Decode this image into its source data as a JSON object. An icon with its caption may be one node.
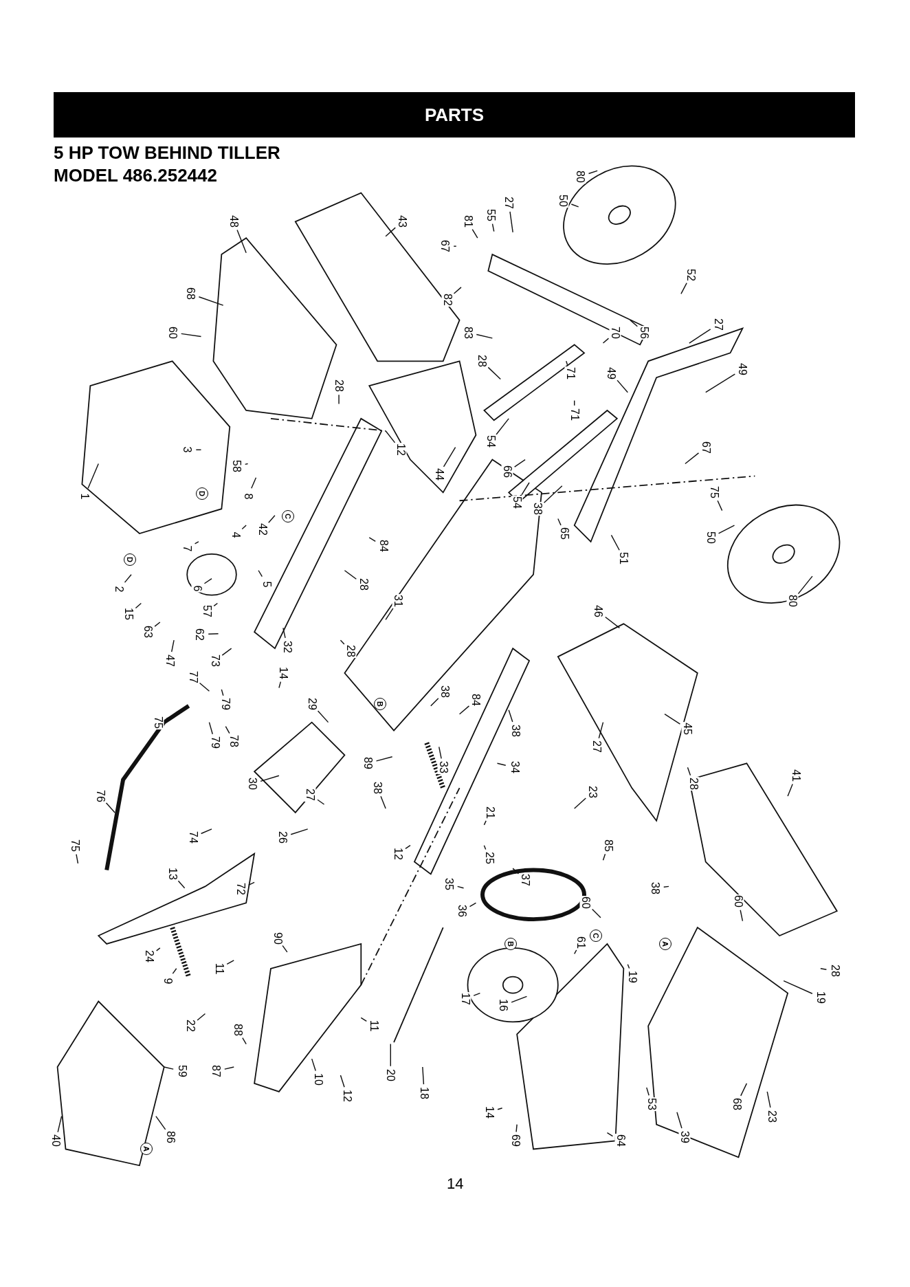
{
  "diagram": {
    "title": "PARTS",
    "nodes": [
      {
        "text": [
          "80"
        ]
      },
      {
        "text": [
          "50"
        ]
      },
      {
        "text": [
          "27"
        ]
      },
      {
        "text": [
          "55"
        ]
      },
      {
        "text": [
          "81"
        ]
      },
      {
        "text": [
          "67"
        ]
      },
      {
        "text": [
          "43"
        ]
      },
      {
        "text": [
          "48"
        ]
      },
      {
        "text": [
          "68"
        ]
      },
      {
        "text": [
          "60"
        ]
      },
      {
        "text": [
          "52"
        ]
      },
      {
        "text": [
          "82"
        ]
      },
      {
        "text": [
          "83"
        ]
      },
      {
        "text": [
          "56"
        ]
      },
      {
        "text": [
          "70"
        ]
      },
      {
        "text": [
          "27"
        ]
      },
      {
        "text": [
          "28"
        ]
      },
      {
        "text": [
          "28"
        ]
      },
      {
        "text": [
          "49"
        ]
      },
      {
        "text": [
          "71"
        ]
      },
      {
        "text": [
          "49"
        ]
      },
      {
        "text": [
          "12"
        ]
      },
      {
        "text": [
          "71"
        ]
      },
      {
        "text": [
          "3"
        ]
      },
      {
        "text": [
          "54"
        ]
      },
      {
        "text": [
          "44"
        ]
      },
      {
        "text": [
          "58"
        ]
      },
      {
        "text": [
          "67"
        ]
      },
      {
        "text": [
          "66"
        ]
      },
      {
        "text": [
          "1"
        ]
      },
      {
        "text": [
          "8"
        ]
      },
      {
        "text": [
          "75"
        ]
      },
      {
        "text": [
          "54"
        ]
      },
      {
        "text": [
          "38"
        ]
      },
      {
        "text": [
          "42"
        ]
      },
      {
        "text": [
          "4"
        ]
      },
      {
        "text": [
          "65"
        ]
      },
      {
        "text": [
          "50"
        ]
      },
      {
        "text": [
          "84"
        ]
      },
      {
        "text": [
          "7"
        ]
      },
      {
        "text": [
          "51"
        ]
      },
      {
        "text": [
          "28"
        ]
      },
      {
        "text": [
          "5"
        ]
      },
      {
        "text": [
          "6"
        ]
      },
      {
        "text": [
          "2"
        ]
      },
      {
        "text": [
          "80"
        ]
      },
      {
        "text": [
          "31"
        ]
      },
      {
        "text": [
          "46"
        ]
      },
      {
        "text": [
          "57"
        ]
      },
      {
        "text": [
          "15"
        ]
      },
      {
        "text": [
          "63"
        ]
      },
      {
        "text": [
          "62"
        ]
      },
      {
        "text": [
          "32"
        ]
      },
      {
        "text": [
          "28"
        ]
      },
      {
        "text": [
          "47"
        ]
      },
      {
        "text": [
          "73"
        ]
      },
      {
        "text": [
          "14"
        ]
      },
      {
        "text": [
          "77"
        ]
      },
      {
        "text": [
          "38"
        ]
      },
      {
        "text": [
          "84"
        ]
      },
      {
        "text": [
          "29"
        ]
      },
      {
        "text": [
          "79"
        ]
      },
      {
        "text": [
          "75"
        ]
      },
      {
        "text": [
          "45"
        ]
      },
      {
        "text": [
          "38"
        ]
      },
      {
        "text": [
          "78"
        ]
      },
      {
        "text": [
          "79"
        ]
      },
      {
        "text": [
          "27"
        ]
      },
      {
        "text": [
          "89"
        ]
      },
      {
        "text": [
          "33"
        ]
      },
      {
        "text": [
          "34"
        ]
      },
      {
        "text": [
          "30"
        ]
      },
      {
        "text": [
          "28"
        ]
      },
      {
        "text": [
          "38"
        ]
      },
      {
        "text": [
          "41"
        ]
      },
      {
        "text": [
          "23"
        ]
      },
      {
        "text": [
          "27"
        ]
      },
      {
        "text": [
          "76"
        ]
      },
      {
        "text": [
          "21"
        ]
      },
      {
        "text": [
          "26"
        ]
      },
      {
        "text": [
          "74"
        ]
      },
      {
        "text": [
          "75"
        ]
      },
      {
        "text": [
          "85"
        ]
      },
      {
        "text": [
          "12"
        ]
      },
      {
        "text": [
          "25"
        ]
      },
      {
        "text": [
          "13"
        ]
      },
      {
        "text": [
          "37"
        ]
      },
      {
        "text": [
          "35"
        ]
      },
      {
        "text": [
          "38"
        ]
      },
      {
        "text": [
          "72"
        ]
      },
      {
        "text": [
          "60"
        ]
      },
      {
        "text": [
          "60"
        ]
      },
      {
        "text": [
          "36"
        ]
      },
      {
        "text": [
          "90"
        ]
      },
      {
        "text": [
          "61"
        ]
      },
      {
        "text": [
          "24"
        ]
      },
      {
        "text": [
          "11"
        ]
      },
      {
        "text": [
          "28"
        ]
      },
      {
        "text": [
          "19"
        ]
      },
      {
        "text": [
          "9"
        ]
      },
      {
        "text": [
          "19"
        ]
      },
      {
        "text": [
          "17"
        ]
      },
      {
        "text": [
          "16"
        ]
      },
      {
        "text": [
          "22"
        ]
      },
      {
        "text": [
          "11"
        ]
      },
      {
        "text": [
          "88"
        ]
      },
      {
        "text": [
          "59"
        ]
      },
      {
        "text": [
          "87"
        ]
      },
      {
        "text": [
          "20"
        ]
      },
      {
        "text": [
          "10"
        ]
      },
      {
        "text": [
          "18"
        ]
      },
      {
        "text": [
          "12"
        ]
      },
      {
        "text": [
          "53"
        ]
      },
      {
        "text": [
          "68"
        ]
      },
      {
        "text": [
          "14"
        ]
      },
      {
        "text": [
          "23"
        ]
      },
      {
        "text": [
          "86"
        ]
      },
      {
        "text": [
          "40"
        ]
      },
      {
        "text": [
          "39"
        ]
      },
      {
        "text": [
          "69"
        ]
      },
      {
        "text": [
          "64"
        ]
      }
    ],
    "edges": [
      {
        "from": 0,
        "to": null,
        "arrow": "none"
      },
      {
        "from": 1,
        "to": null,
        "arrow": "none"
      },
      {
        "from": 2,
        "to": null,
        "arrow": "none"
      },
      {
        "from": 3,
        "to": null,
        "arrow": "none"
      },
      {
        "from": 4,
        "to": null,
        "arrow": "none"
      },
      {
        "from": 5,
        "to": null,
        "arrow": "none"
      },
      {
        "from": 6,
        "to": null,
        "arrow": "none"
      },
      {
        "from": 7,
        "to": null,
        "arrow": "none"
      },
      {
        "from": 8,
        "to": null,
        "arrow": "none"
      },
      {
        "from": 9,
        "to": null,
        "arrow": "none"
      },
      {
        "from": 10,
        "to": null,
        "arrow": "none"
      },
      {
        "from": 11,
        "to": null,
        "arrow": "none"
      },
      {
        "from": 12,
        "to": null,
        "arrow": "none"
      },
      {
        "from": 13,
        "to": null,
        "arrow": "none"
      },
      {
        "from": 14,
        "to": null,
        "arrow": "none"
      },
      {
        "from": 15,
        "to": null,
        "arrow": "none"
      },
      {
        "from": 16,
        "to": null,
        "arrow": "none"
      },
      {
        "from": 17,
        "to": null,
        "arrow": "none"
      },
      {
        "from": 18,
        "to": null,
        "arrow": "none"
      },
      {
        "from": 19,
        "to": null,
        "arrow": "none"
      },
      {
        "from": 20,
        "to": null,
        "arrow": "none"
      },
      {
        "from": 21,
        "to": null,
        "arrow": "none"
      },
      {
        "from": 22,
        "to": null,
        "arrow": "none"
      },
      {
        "from": 23,
        "to": null,
        "arrow": "none"
      },
      {
        "from": 24,
        "to": null,
        "arrow": "none"
      },
      {
        "from": 25,
        "to": null,
        "arrow": "none"
      },
      {
        "from": 26,
        "to": null,
        "arrow": "none"
      },
      {
        "from": 27,
        "to": null,
        "arrow": "none"
      },
      {
        "from": 28,
        "to": null,
        "arrow": "none"
      },
      {
        "from": 29,
        "to": null,
        "arrow": "none"
      },
      {
        "from": 30,
        "to": null,
        "arrow": "none"
      },
      {
        "from": 31,
        "to": null,
        "arrow": "none"
      },
      {
        "from": 32,
        "to": null,
        "arrow": "none"
      },
      {
        "from": 33,
        "to": null,
        "arrow": "none"
      },
      {
        "from": 34,
        "to": null,
        "arrow": "none"
      },
      {
        "from": 35,
        "to": null,
        "arrow": "none"
      },
      {
        "from": 36,
        "to": null,
        "arrow": "none"
      },
      {
        "from": 37,
        "to": null,
        "arrow": "none"
      },
      {
        "from": 38,
        "to": null,
        "arrow": "none"
      },
      {
        "from": 39,
        "to": null,
        "arrow": "none"
      },
      {
        "from": 40,
        "to": null,
        "arrow": "none"
      },
      {
        "from": 41,
        "to": null,
        "arrow": "none"
      },
      {
        "from": 42,
        "to": null,
        "arrow": "none"
      },
      {
        "from": 43,
        "to": null,
        "arrow": "none"
      },
      {
        "from": 44,
        "to": null,
        "arrow": "none"
      },
      {
        "from": 45,
        "to": null,
        "arrow": "none"
      },
      {
        "from": 46,
        "to": null,
        "arrow": "none"
      },
      {
        "from": 47,
        "to": null,
        "arrow": "none"
      },
      {
        "from": 48,
        "to": null,
        "arrow": "none"
      },
      {
        "from": 49,
        "to": null,
        "arrow": "none"
      },
      {
        "from": 50,
        "to": null,
        "arrow": "none"
      },
      {
        "from": 51,
        "to": null,
        "arrow": "none"
      },
      {
        "from": 52,
        "to": null,
        "arrow": "none"
      },
      {
        "from": 53,
        "to": null,
        "arrow": "none"
      },
      {
        "from": 54,
        "to": null,
        "arrow": "none"
      },
      {
        "from": 55,
        "to": null,
        "arrow": "none"
      },
      {
        "from": 56,
        "to": null,
        "arrow": "none"
      },
      {
        "from": 57,
        "to": null,
        "arrow": "none"
      },
      {
        "from": 58,
        "to": null,
        "arrow": "none"
      },
      {
        "from": 59,
        "to": null,
        "arrow": "none"
      },
      {
        "from": 60,
        "to": null,
        "arrow": "none"
      },
      {
        "from": 61,
        "to": null,
        "arrow": "none"
      },
      {
        "from": 62,
        "to": null,
        "arrow": "none"
      },
      {
        "from": 63,
        "to": null,
        "arrow": "none"
      },
      {
        "from": 64,
        "to": null,
        "arrow": "none"
      },
      {
        "from": 65,
        "to": null,
        "arrow": "none"
      },
      {
        "from": 66,
        "to": null,
        "arrow": "none"
      },
      {
        "from": 67,
        "to": null,
        "arrow": "none"
      },
      {
        "from": 68,
        "to": null,
        "arrow": "none"
      },
      {
        "from": 69,
        "to": null,
        "arrow": "none"
      },
      {
        "from": 70,
        "to": null,
        "arrow": "none"
      },
      {
        "from": 71,
        "to": null,
        "arrow": "none"
      },
      {
        "from": 72,
        "to": null,
        "arrow": "none"
      },
      {
        "from": 73,
        "to": null,
        "arrow": "none"
      },
      {
        "from": 74,
        "to": null,
        "arrow": "none"
      },
      {
        "from": 75,
        "to": null,
        "arrow": "none"
      },
      {
        "from": 76,
        "to": null,
        "arrow": "none"
      },
      {
        "from": 77,
        "to": null,
        "arrow": "none"
      },
      {
        "from": 78,
        "to": null,
        "arrow": "none"
      },
      {
        "from": 79,
        "to": null,
        "arrow": "none"
      },
      {
        "from": 80,
        "to": null,
        "arrow": "none"
      },
      {
        "from": 81,
        "to": null,
        "arrow": "none"
      },
      {
        "from": 82,
        "to": null,
        "arrow": "none"
      },
      {
        "from": 83,
        "to": null,
        "arrow": "none"
      },
      {
        "from": 84,
        "to": null,
        "arrow": "none"
      },
      {
        "from": 85,
        "to": null,
        "arrow": "none"
      },
      {
        "from": 86,
        "to": null,
        "arrow": "none"
      },
      {
        "from": 87,
        "to": null,
        "arrow": "none"
      },
      {
        "from": 88,
        "to": null,
        "arrow": "none"
      },
      {
        "from": 89,
        "to": null,
        "arrow": "none"
      },
      {
        "from": 90,
        "to": null,
        "arrow": "none"
      },
      {
        "from": 91,
        "to": null,
        "arrow": "none"
      },
      {
        "from": 92,
        "to": null,
        "arrow": "none"
      },
      {
        "from": 93,
        "to": null,
        "arrow": "none"
      },
      {
        "from": 94,
        "to": null,
        "arrow": "none"
      },
      {
        "from": 95,
        "to": null,
        "arrow": "none"
      },
      {
        "from": 96,
        "to": null,
        "arrow": "none"
      },
      {
        "from": 97,
        "to": null,
        "arrow": "none"
      },
      {
        "from": 98,
        "to": null,
        "arrow": "none"
      },
      {
        "from": 99,
        "to": null,
        "arrow": "none"
      },
      {
        "from": 100,
        "to": null,
        "arrow": "none"
      },
      {
        "from": 101,
        "to": null,
        "arrow": "none"
      },
      {
        "from": 102,
        "to": null,
        "arrow": "none"
      },
      {
        "from": 103,
        "to": null,
        "arrow": "none"
      },
      {
        "from": 104,
        "to": null,
        "arrow": "none"
      },
      {
        "from": 105,
        "to": null,
        "arrow": "none"
      },
      {
        "from": 106,
        "to": null,
        "arrow": "none"
      },
      {
        "from": 107,
        "to": null,
        "arrow": "none"
      },
      {
        "from": 108,
        "to": null,
        "arrow": "none"
      },
      {
        "from": 109,
        "to": null,
        "arrow": "none"
      },
      {
        "from": 110,
        "to": null,
        "arrow": "none"
      },
      {
        "from": 111,
        "to": null,
        "arrow": "none"
      },
      {
        "from": 112,
        "to": null,
        "arrow": "none"
      },
      {
        "from": 113,
        "to": null,
        "arrow": "none"
      },
      {
        "from": 114,
        "to": null,
        "arrow": "none"
      },
      {
        "from": 115,
        "to": null,
        "arrow": "none"
      },
      {
        "from": 116,
        "to": null,
        "arrow": "none"
      },
      {
        "from": 117,
        "to": null,
        "arrow": "none"
      },
      {
        "from": 118,
        "to": null,
        "arrow": "none"
      },
      {
        "from": 119,
        "to": null,
        "arrow": "none"
      },
      {
        "from": 120,
        "to": null,
        "arrow": "none"
      }
    ],
    "labels": [
      "5 HP TOW BEHIND TILLER",
      "MODEL 486.252442",
      "D",
      "D",
      "C",
      "B",
      "B",
      "C",
      "A",
      "A",
      "14"
    ]
  }
}
